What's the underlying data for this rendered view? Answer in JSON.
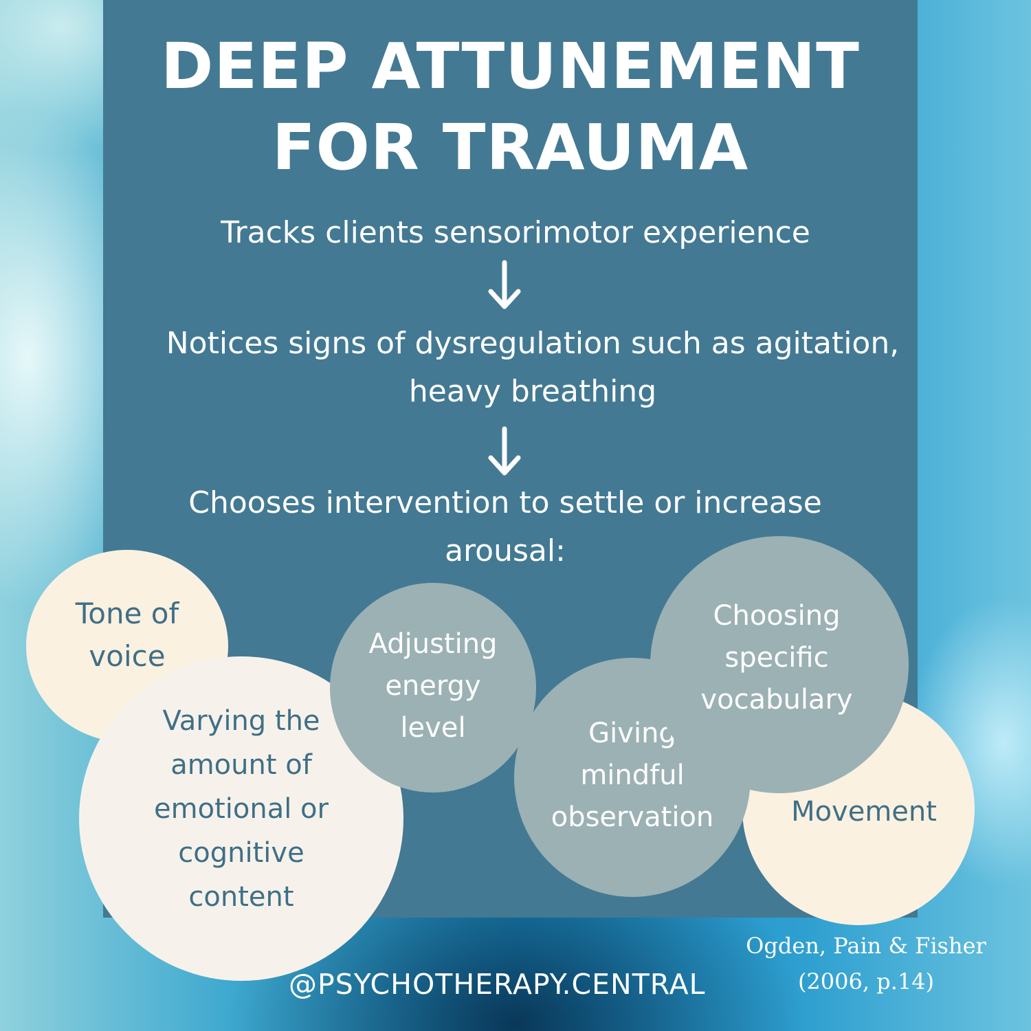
{
  "title": {
    "line1": "DEEP ATTUNEMENT",
    "line2": "FOR TRAUMA"
  },
  "flow": {
    "step1": "Tracks  clients sensorimotor experience",
    "step2_line1": "Notices signs of dysregulation such as agitation,",
    "step2_line2": "heavy breathing",
    "step3_line1": "Chooses intervention to settle or increase",
    "step3_line2": "arousal:"
  },
  "interventions": {
    "tone": [
      "Tone of",
      "voice"
    ],
    "varying": [
      "Varying the",
      "amount of",
      "emotional or",
      "cognitive",
      "content"
    ],
    "energy": [
      "Adjusting",
      "energy",
      "level"
    ],
    "observation": [
      "Giving",
      "mindful",
      "observation"
    ],
    "vocabulary": [
      "Choosing",
      "specific",
      "vocabulary"
    ],
    "movement": [
      "Movement"
    ]
  },
  "footer": {
    "handle": "@PSYCHOTHERAPY.CENTRAL",
    "citation_line1": "Ogden, Pain & Fisher",
    "citation_line2": "(2006, p.14)"
  },
  "colors": {
    "panel": "#437993",
    "cream": "#fbf1e1",
    "offwhite": "#f6f2eb",
    "sage": "#9cb1b4",
    "circle_text": "#3f6f86"
  }
}
